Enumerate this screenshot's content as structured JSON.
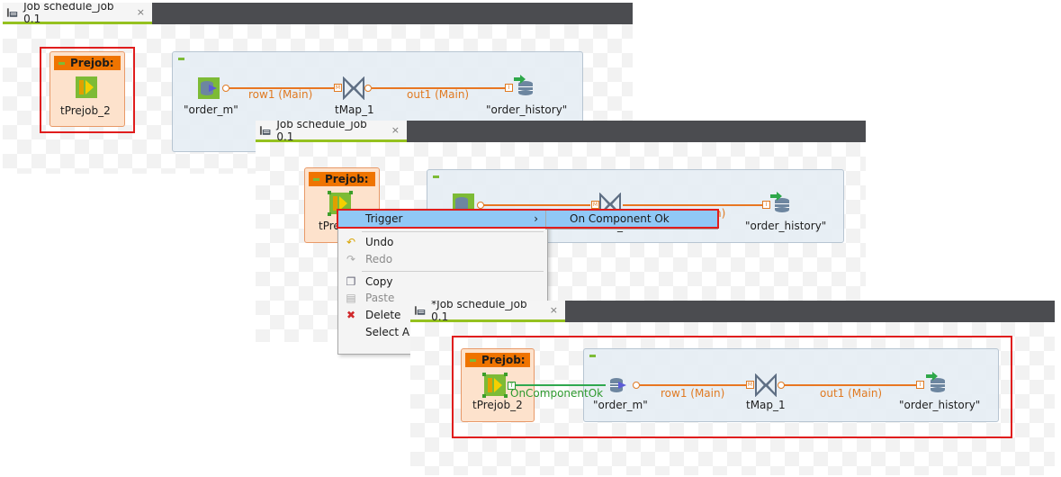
{
  "panel1": {
    "tab_title": "Job schedule_job 0.1",
    "close_glyph": "×",
    "prejob_title": "Prejob:",
    "prejob_component": "tPrejob_2",
    "input_component": "\"order_m\"",
    "map_component": "tMap_1",
    "output_component": "\"order_history\"",
    "link_in": "row1 (Main)",
    "link_out": "out1 (Main)"
  },
  "panel2": {
    "tab_title": "Job schedule_job 0.1",
    "close_glyph": "×",
    "prejob_title": "Prejob:",
    "prejob_component_partial": "tPre",
    "output_component": "\"order_history\"",
    "partial_map_label": "_",
    "partial_link_label": "n)",
    "context_menu": {
      "items": [
        {
          "label": "Trigger",
          "arrow": "›"
        },
        {
          "label": "Undo"
        },
        {
          "label": "Redo"
        },
        {
          "label": "Copy"
        },
        {
          "label": "Paste"
        },
        {
          "label": "Delete"
        },
        {
          "label": "Select Al"
        }
      ]
    },
    "submenu": {
      "label": "On Component Ok"
    }
  },
  "panel3": {
    "tab_title": "*Job schedule_job 0.1",
    "close_glyph": "×",
    "prejob_title": "Prejob:",
    "prejob_component": "tPrejob_2",
    "trigger_link": "OnComponentOk",
    "input_component": "\"order_m\"",
    "map_component": "tMap_1",
    "output_component": "\"order_history\"",
    "link_in": "row1 (Main)",
    "link_out": "out1 (Main)"
  },
  "colors": {
    "highlight": "#e01d1d",
    "prejob_header": "#ef7400",
    "main_link": "#e87722",
    "trigger_link": "#2fa84f",
    "menu_highlight": "#90c8f6"
  },
  "icons": [
    "job-tab-icon",
    "prejob-icon",
    "input-db-icon",
    "tmap-icon",
    "output-db-icon",
    "undo-icon",
    "redo-icon",
    "copy-icon",
    "paste-icon",
    "delete-icon"
  ]
}
